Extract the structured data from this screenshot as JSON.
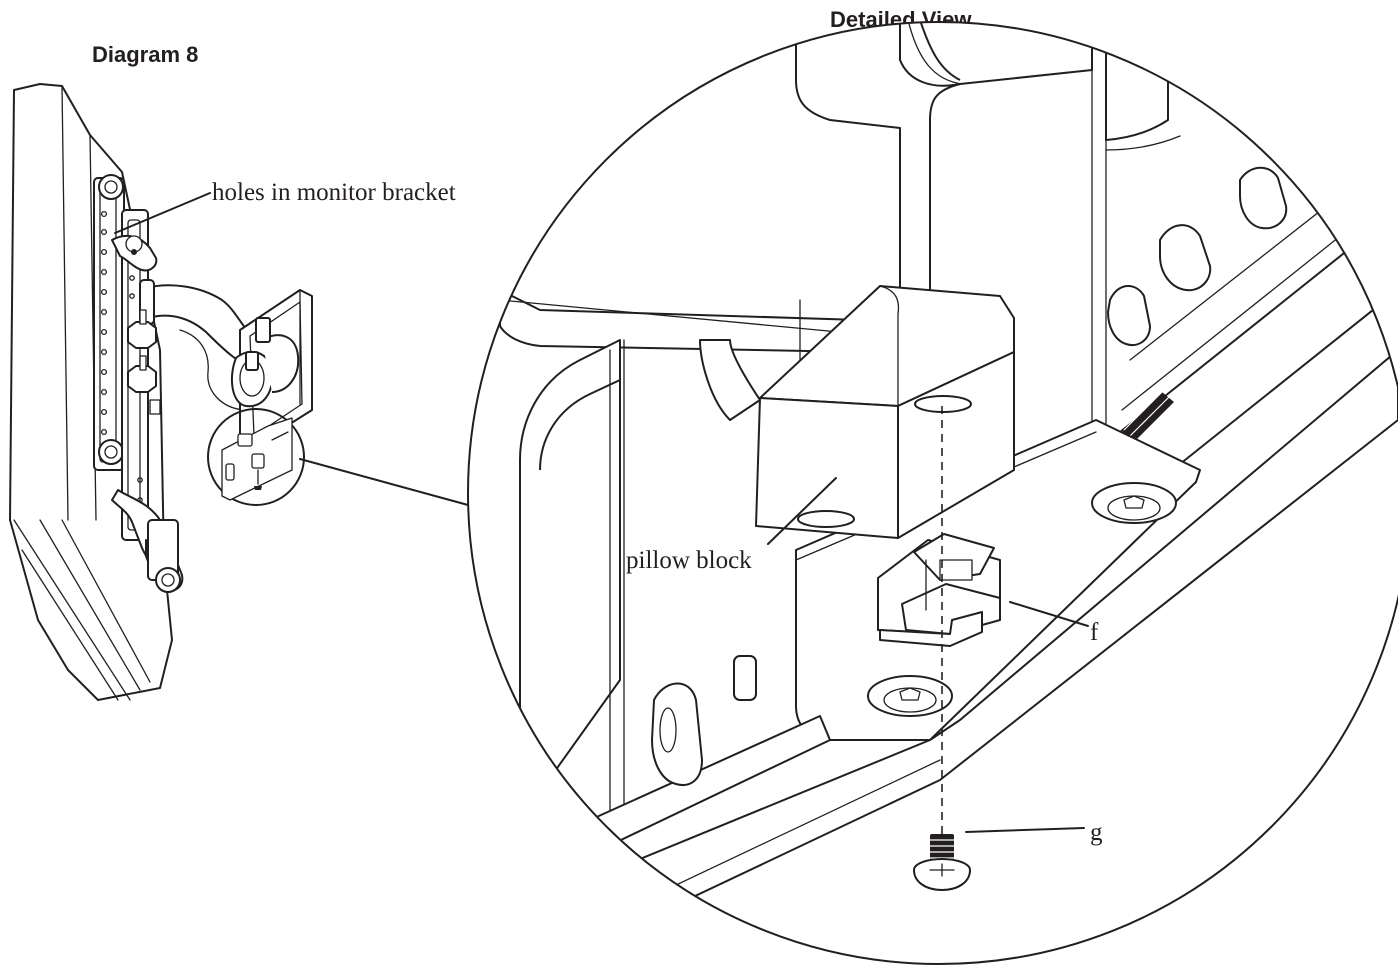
{
  "figure": {
    "title": "Diagram 8",
    "detail_title": "Detailed View"
  },
  "callouts": {
    "holes": "holes in monitor bracket",
    "pillow_block": "pillow block",
    "f": "f",
    "g": "g"
  }
}
